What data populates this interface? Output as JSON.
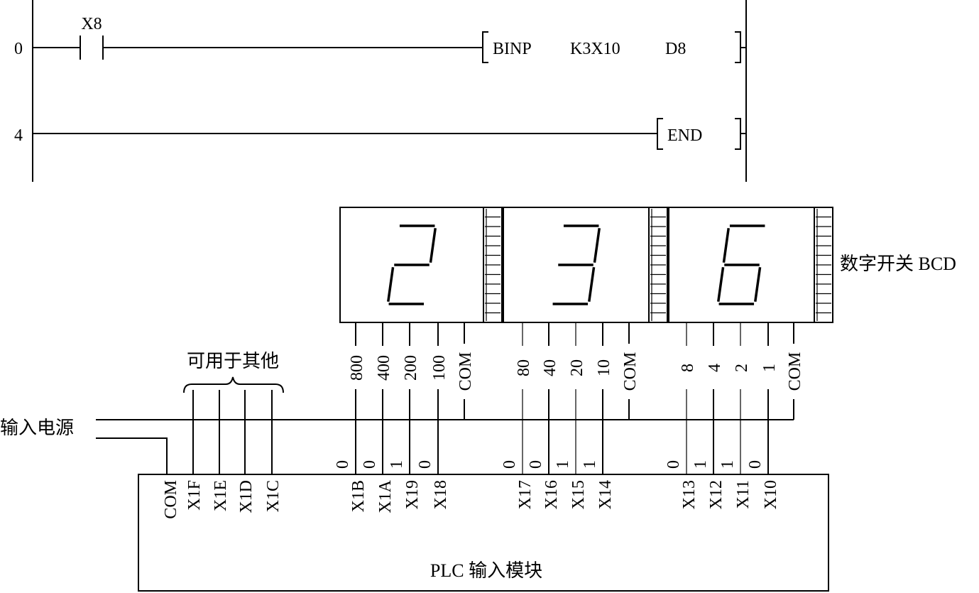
{
  "ladder": {
    "rungs": [
      {
        "step": "0",
        "contact": "X8",
        "instruction": "BINP",
        "operand1": "K3X10",
        "operand2": "D8"
      },
      {
        "step": "4",
        "instruction": "END"
      }
    ]
  },
  "switch": {
    "label": "数字开关 BCD",
    "digits": [
      2,
      3,
      6
    ],
    "groups": [
      {
        "weights": [
          "800",
          "400",
          "200",
          "100"
        ],
        "com": "COM"
      },
      {
        "weights": [
          "80",
          "40",
          "20",
          "10"
        ],
        "com": "COM"
      },
      {
        "weights": [
          "8",
          "4",
          "2",
          "1"
        ],
        "com": "COM"
      }
    ]
  },
  "power_label": "输入电源",
  "spare_label": "可用于其他",
  "plc": {
    "label": "PLC 输入模块",
    "com_terminal": "COM",
    "spare_terminals": [
      "X1F",
      "X1E",
      "X1D",
      "X1C"
    ],
    "groups": [
      {
        "terminals": [
          "X1B",
          "X1A",
          "X19",
          "X18"
        ],
        "states": [
          "0",
          "0",
          "1",
          "0"
        ]
      },
      {
        "terminals": [
          "X17",
          "X16",
          "X15",
          "X14"
        ],
        "states": [
          "0",
          "0",
          "1",
          "1"
        ]
      },
      {
        "terminals": [
          "X13",
          "X12",
          "X11",
          "X10"
        ],
        "states": [
          "0",
          "1",
          "1",
          "0"
        ]
      }
    ]
  }
}
